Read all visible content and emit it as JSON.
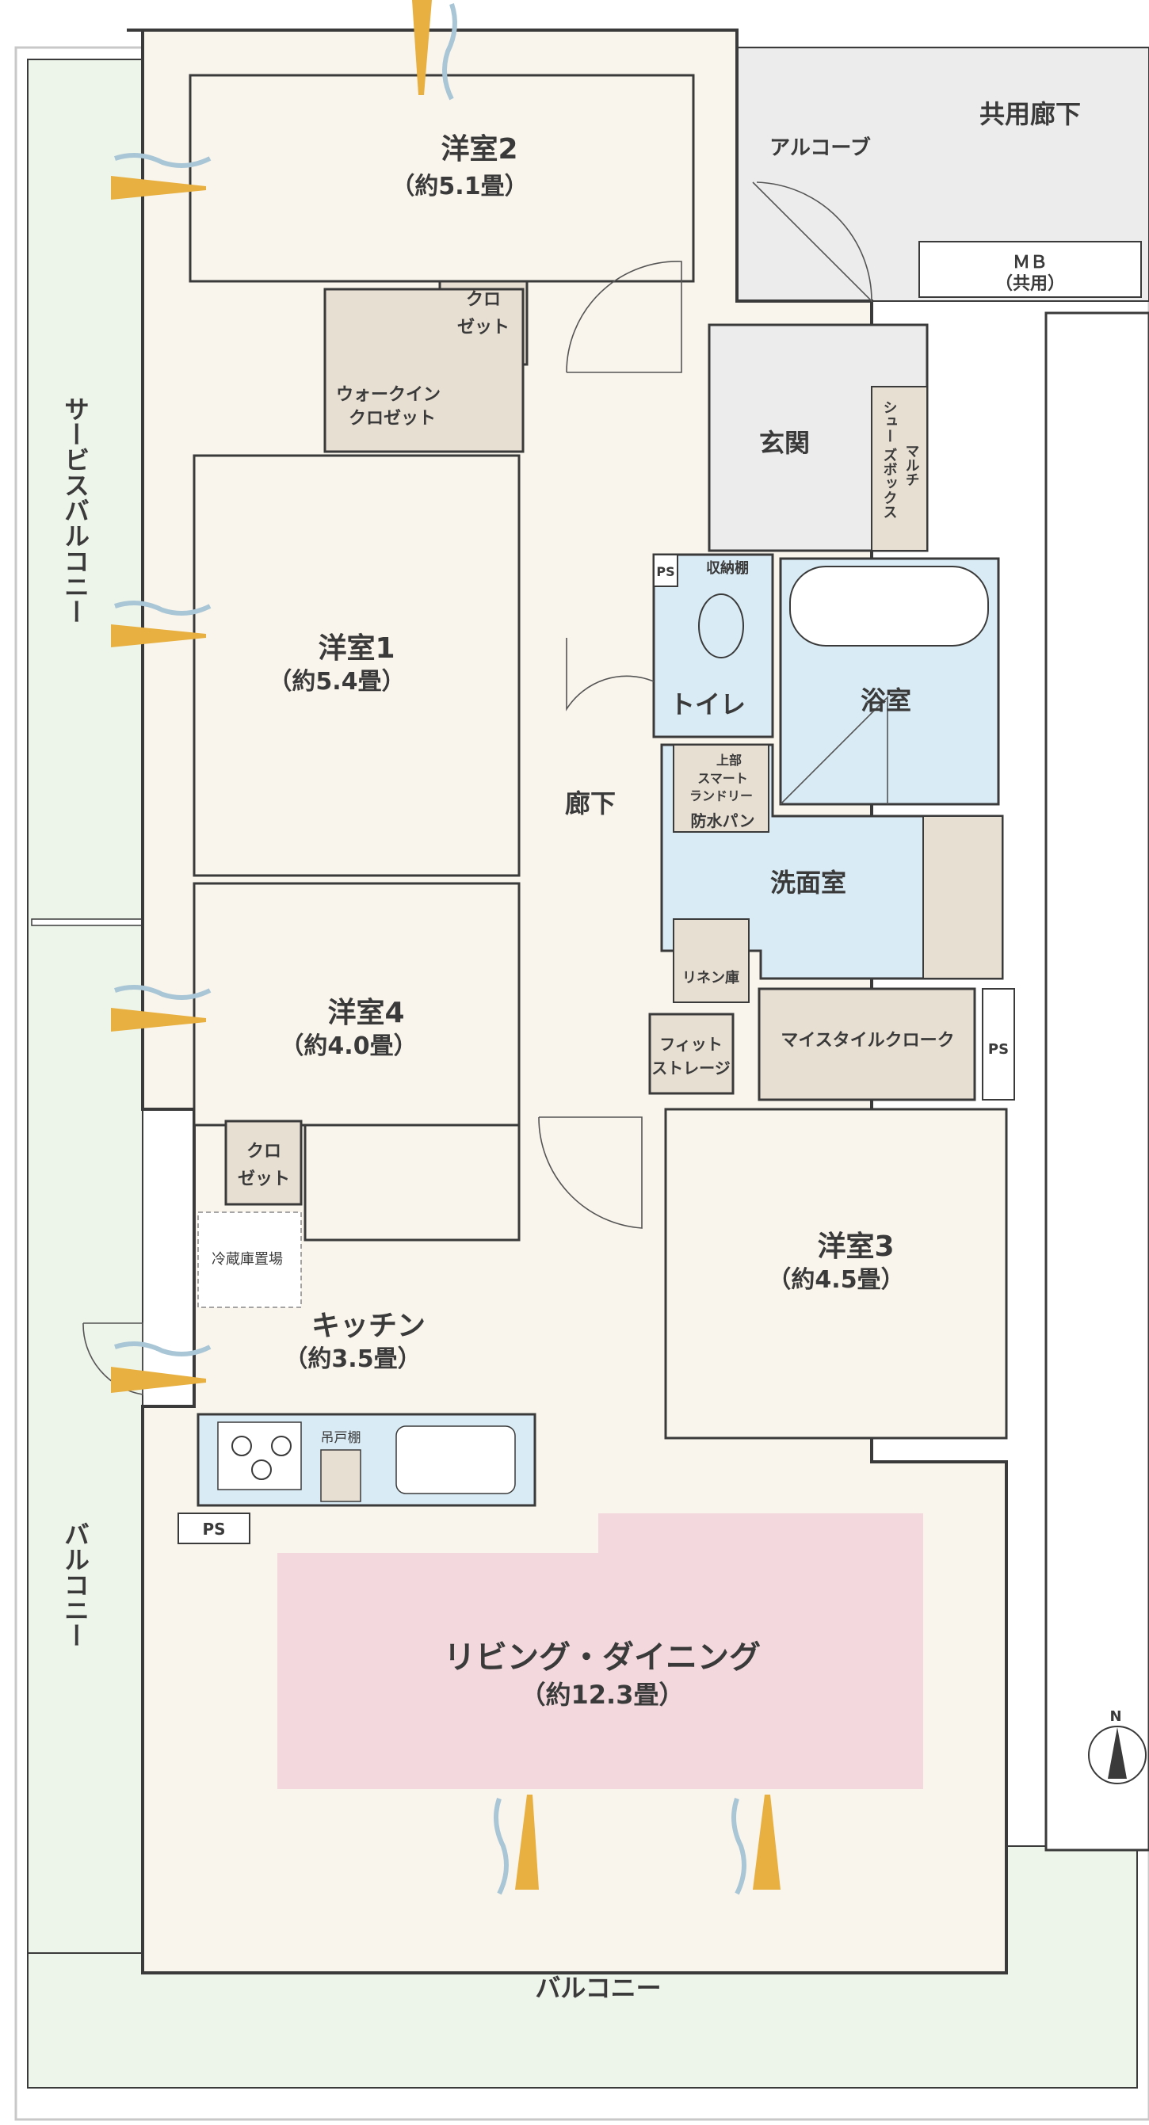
{
  "rooms": {
    "western2": {
      "name": "洋室2",
      "size": "（約5.1畳）"
    },
    "western1": {
      "name": "洋室1",
      "size": "（約5.4畳）"
    },
    "western4": {
      "name": "洋室4",
      "size": "（約4.0畳）"
    },
    "western3": {
      "name": "洋室3",
      "size": "（約4.5畳）"
    },
    "kitchen": {
      "name": "キッチン",
      "size": "（約3.5畳）"
    },
    "living": {
      "name": "リビング・ダイニング",
      "size": "（約12.3畳）"
    },
    "entrance": {
      "name": "玄関"
    },
    "corridor": {
      "name": "廊下"
    },
    "toilet": {
      "name": "トイレ"
    },
    "bath": {
      "name": "浴室"
    },
    "washroom": {
      "name": "洗面室"
    },
    "walkin": {
      "line1": "ウォークイン",
      "line2": "クロゼット"
    }
  },
  "outside": {
    "alcove": "アルコーブ",
    "common_corridor": "共用廊下",
    "mb_line1": "ＭＢ",
    "mb_line2": "（共用）",
    "service_balcony": "サービスバルコニー",
    "balcony_left": "バルコニー",
    "balcony_bottom": "バルコニー"
  },
  "storage": {
    "closet_line1": "クロ",
    "closet_line2": "ゼット",
    "shoes_col1": "シュー",
    "shoes_col1b": "ズボックス",
    "shoes_col2": "マルチ",
    "shelf": "収納棚",
    "laundry_line1": "上部",
    "laundry_line2": "スマート",
    "laundry_line3": "ランドリー",
    "waterproof_pan": "防水パン",
    "linen": "リネン庫",
    "fit_line1": "フィット",
    "fit_line2": "ストレージ",
    "mystyle": "マイスタイルクローク",
    "fridge": "冷蔵庫置場",
    "hanging_shelf": "吊戸棚",
    "ps": "PS"
  },
  "compass": {
    "north": "N"
  },
  "colors": {
    "floor": "#faf5ec",
    "balcony": "#edf4ea",
    "common": "#ececec",
    "wet": "#d9ebf5",
    "storage": "#e8dfd3",
    "living_highlight": "#f3d9dd",
    "wall": "#3a3a3a",
    "air_orange": "#e8b040",
    "air_blue": "#a9c6d6"
  }
}
